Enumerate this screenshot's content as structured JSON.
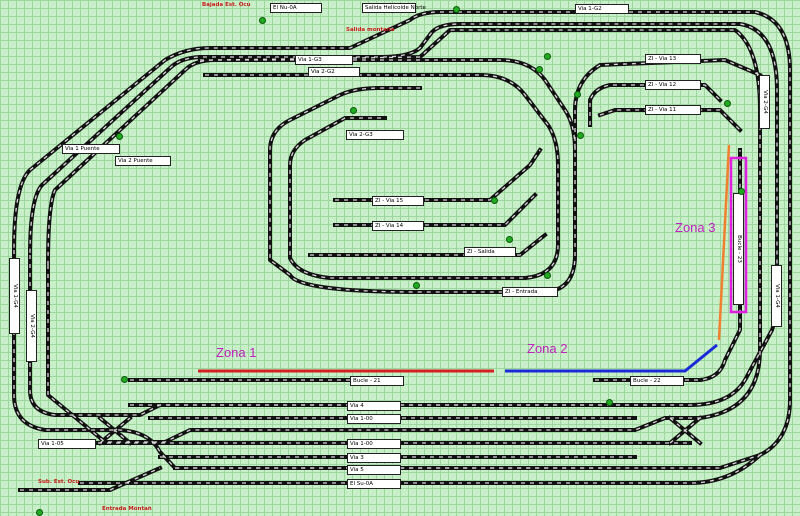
{
  "labels": {
    "el_nu_0a": "El Nu-0A",
    "salida_helicoide": "Salida Helicoide Norte",
    "via_1_g2": "Via 1-G2",
    "via_1_g3": "Via 1-G3",
    "via_2_g2": "Via 2-G2",
    "zi_via_13": "ZI - Via 13",
    "zi_via_12": "ZI - Via 12",
    "zi_via_11": "ZI - Via 11",
    "via_2_g3": "Via 2-G3",
    "via_1_puente": "Via 1 Puente",
    "via_2_puente": "Via 2 Puente",
    "zi_via_15": "ZI - Via 15",
    "zi_via_14": "ZI - Via 14",
    "zi_salida": "ZI - Salida",
    "zi_entrada": "ZI - Entrada",
    "bucle_21": "Bucle - 21",
    "bucle_22": "Bucle - 22",
    "via_4": "Via 4",
    "via_1_00a": "Via 1-00",
    "via_1_00b": "Via 1-00",
    "via_3": "Via 3",
    "via_5": "Via 5",
    "el_su_0a": "El Su-0A",
    "via_1_05": "Via 1-05",
    "via_1_g4": "Via 1-G4",
    "via_2_g4": "Via 2-G4",
    "via_2_g4_right": "Via 2-G4",
    "via_1_g4_right": "Via 1-G4",
    "bucle_23": "Bucle - 23"
  },
  "red_texts": {
    "bajada_est_ocu": "Bajada Est. Ocu",
    "salida_montana": "Salida montaña",
    "sub_est_ocu": "Sub. Est. Ocu",
    "entrada_montana": "Entrada Montañ"
  },
  "zones": {
    "zona1": "Zona 1",
    "zona2": "Zona 2",
    "zona3": "Zona 3"
  },
  "colors": {
    "zona1_line": "#d42020",
    "zona2_line": "#1a2ad8",
    "zona3_line": "#f08030",
    "zona3_box": "#e020e0",
    "zone_text": "#c020c0",
    "label_red": "#cc1a1a",
    "signal": "#22aa22"
  }
}
